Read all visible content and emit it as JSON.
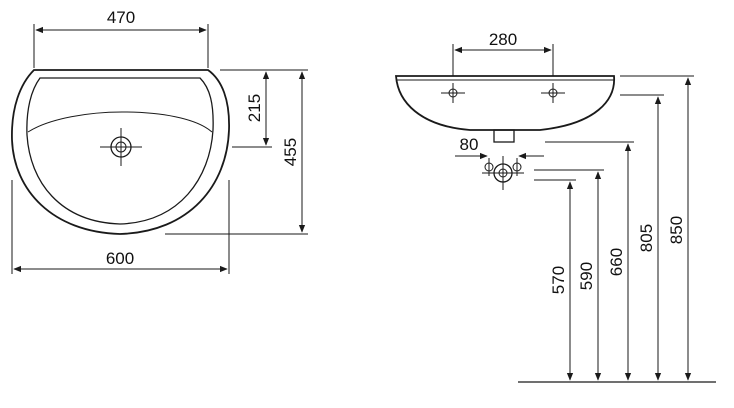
{
  "top_view": {
    "dim_top_width": "470",
    "dim_overall_width": "600",
    "dim_depth_inner": "215",
    "dim_depth_overall": "455"
  },
  "side_view": {
    "dim_tap_spacing": "280",
    "dim_drain_offset": "80",
    "dim_height_570": "570",
    "dim_height_590": "590",
    "dim_height_660": "660",
    "dim_height_805": "805",
    "dim_height_850": "850"
  }
}
